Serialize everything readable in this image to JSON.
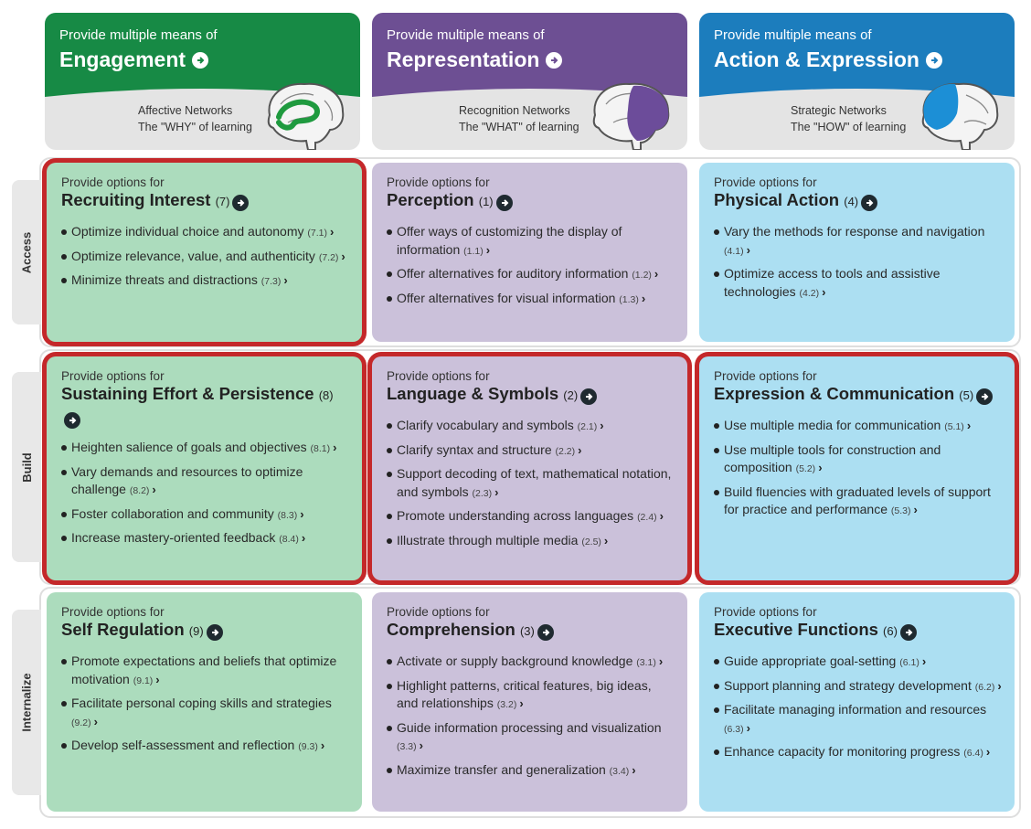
{
  "columns": [
    {
      "prefix": "Provide multiple means of",
      "principle": "Engagement",
      "network": "Affective Networks",
      "why": "The \"WHY\" of learning",
      "brain_icon": "brain-limbic-icon",
      "color": "#178a45",
      "highlight_color": "#1f9a3f"
    },
    {
      "prefix": "Provide multiple means of",
      "principle": "Representation",
      "network": "Recognition Networks",
      "why": "The \"WHAT\" of learning",
      "brain_icon": "brain-posterior-icon",
      "color": "#6d4f93",
      "highlight_color": "#6c4c9a"
    },
    {
      "prefix": "Provide multiple means of",
      "principle": "Action & Expression",
      "network": "Strategic Networks",
      "why": "The \"HOW\" of learning",
      "brain_icon": "brain-frontal-icon",
      "color": "#1c7dbd",
      "highlight_color": "#1c8fd6"
    }
  ],
  "rows": [
    "Access",
    "Build",
    "Internalize"
  ],
  "colors": {
    "green_cell": "#acdcbd",
    "purple_cell": "#cbc1da",
    "blue_cell": "#acdff2",
    "highlight_border": "#c4282a"
  },
  "cells": [
    [
      {
        "intro": "Provide options for",
        "title": "Recruiting Interest",
        "num": "(7)",
        "items": [
          {
            "text": "Optimize individual choice and autonomy",
            "ref": "(7.1)"
          },
          {
            "text": "Optimize relevance, value, and authenticity",
            "ref": "(7.2)"
          },
          {
            "text": "Minimize threats and distractions",
            "ref": "(7.3)"
          }
        ]
      },
      {
        "intro": "Provide options for",
        "title": "Perception",
        "num": "(1)",
        "items": [
          {
            "text": "Offer ways of customizing the display of information",
            "ref": "(1.1)"
          },
          {
            "text": "Offer alternatives for auditory information",
            "ref": "(1.2)"
          },
          {
            "text": "Offer alternatives for visual information",
            "ref": "(1.3)"
          }
        ]
      },
      {
        "intro": "Provide options for",
        "title": "Physical Action",
        "num": "(4)",
        "items": [
          {
            "text": "Vary the methods for response and navigation",
            "ref": "(4.1)"
          },
          {
            "text": "Optimize access to tools and assistive technologies",
            "ref": "(4.2)"
          }
        ]
      }
    ],
    [
      {
        "intro": "Provide options for",
        "title": "Sustaining Effort & Persistence",
        "num": "(8)",
        "items": [
          {
            "text": "Heighten salience of goals and objectives",
            "ref": "(8.1)"
          },
          {
            "text": "Vary demands and resources to optimize challenge",
            "ref": "(8.2)"
          },
          {
            "text": "Foster collaboration and community",
            "ref": "(8.3)"
          },
          {
            "text": "Increase mastery-oriented feedback",
            "ref": "(8.4)"
          }
        ]
      },
      {
        "intro": "Provide options for",
        "title": "Language & Symbols",
        "num": "(2)",
        "items": [
          {
            "text": "Clarify vocabulary and symbols",
            "ref": "(2.1)"
          },
          {
            "text": "Clarify syntax and structure",
            "ref": "(2.2)"
          },
          {
            "text": "Support decoding of text, mathematical notation, and symbols",
            "ref": "(2.3)"
          },
          {
            "text": "Promote understanding across languages",
            "ref": "(2.4)"
          },
          {
            "text": "Illustrate through multiple media",
            "ref": "(2.5)"
          }
        ]
      },
      {
        "intro": "Provide options for",
        "title": "Expression & Communication",
        "num": "(5)",
        "items": [
          {
            "text": "Use multiple media for communication",
            "ref": "(5.1)"
          },
          {
            "text": "Use multiple tools for construction and composition",
            "ref": "(5.2)"
          },
          {
            "text": "Build fluencies with graduated levels of support for practice and performance",
            "ref": "(5.3)"
          }
        ]
      }
    ],
    [
      {
        "intro": "Provide options for",
        "title": "Self Regulation",
        "num": "(9)",
        "items": [
          {
            "text": "Promote expectations and beliefs that optimize motivation",
            "ref": "(9.1)"
          },
          {
            "text": "Facilitate personal coping skills and strategies",
            "ref": "(9.2)"
          },
          {
            "text": "Develop self-assessment and reflection",
            "ref": "(9.3)"
          }
        ]
      },
      {
        "intro": "Provide options for",
        "title": "Comprehension",
        "num": "(3)",
        "items": [
          {
            "text": "Activate or supply background knowledge",
            "ref": "(3.1)"
          },
          {
            "text": "Highlight patterns, critical features, big ideas, and relationships",
            "ref": "(3.2)"
          },
          {
            "text": "Guide information processing and visualization",
            "ref": "(3.3)"
          },
          {
            "text": "Maximize transfer and generalization",
            "ref": "(3.4)"
          }
        ]
      },
      {
        "intro": "Provide options for",
        "title": "Executive Functions",
        "num": "(6)",
        "items": [
          {
            "text": "Guide appropriate goal-setting",
            "ref": "(6.1)"
          },
          {
            "text": "Support planning and strategy development",
            "ref": "(6.2)"
          },
          {
            "text": "Facilitate managing information and resources",
            "ref": "(6.3)"
          },
          {
            "text": "Enhance capacity for monitoring progress",
            "ref": "(6.4)"
          }
        ]
      }
    ]
  ],
  "highlighted_cells": [
    [
      0,
      0
    ],
    [
      1,
      0
    ],
    [
      1,
      1
    ],
    [
      1,
      2
    ]
  ]
}
